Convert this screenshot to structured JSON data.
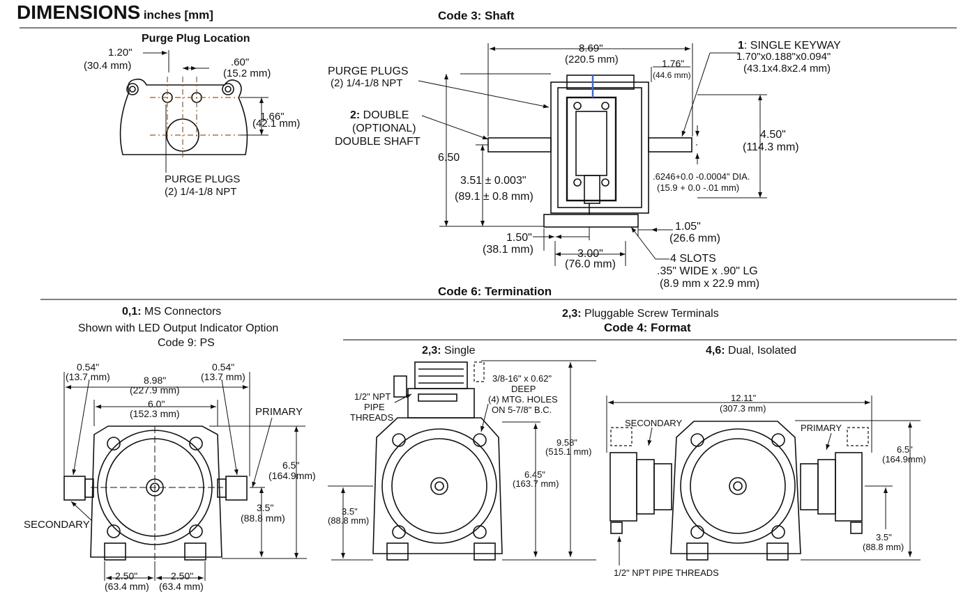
{
  "header": {
    "title": "DIMENSIONS",
    "units": "inches [mm]"
  },
  "sections": {
    "shaft": "Code 3:  Shaft",
    "termination": "Code 6:  Termination",
    "format": "Code 4:  Format"
  },
  "purge": {
    "title": "Purge Plug Location",
    "d1": "1.20\"",
    "d1mm": "(30.4 mm)",
    "d2": ".60\"",
    "d2mm": "(15.2 mm)",
    "d3": "1.66\"",
    "d3mm": "(42.1 mm)",
    "plugs1": "PURGE PLUGS",
    "plugs2": "(2) 1/4-1/8 NPT"
  },
  "shaft_view": {
    "w": "8.69\"",
    "wmm": "(220.5 mm)",
    "k": "1.76\"",
    "kmm": "(44.6 mm)",
    "key_a": "1",
    "key_b": ": SINGLE  KEYWAY",
    "key2": "1.70\"x0.188\"x0.094\"",
    "key3": "(43.1x4.8x2.4 mm)",
    "purge1": "PURGE PLUGS",
    "purge2": "(2) 1/4-1/8 NPT",
    "dbl_a": "2:",
    "dbl_b": " DOUBLE",
    "dbl2": "(OPTIONAL)",
    "dbl3": "DOUBLE SHAFT",
    "h": "6.50",
    "c": "3.51 ± 0.003\"",
    "cmm": "(89.1 ± 0.8 mm)",
    "sh": "4.50\"",
    "shmm": "(114.3 mm)",
    "dia": ".6246+0.0 -0.0004\" DIA.",
    "diamm": "(15.9 + 0.0 -.01 mm)",
    "b1": "1.50\"",
    "b1mm": "(38.1 mm)",
    "b2": "3.00\"",
    "b2mm": "(76.0 mm)",
    "f": "1.05\"",
    "fmm": "(26.6 mm)",
    "slots1": "4 SLOTS",
    "slots2": ".35\" WIDE x .90\" LG",
    "slots3": "(8.9 mm x 22.9 mm)"
  },
  "ms": {
    "t_a": "0,1:",
    "t_b": "  MS Connectors",
    "t2": "Shown with LED Output Indicator Option",
    "t3": "Code 9: PS",
    "a": "0.54\"",
    "amm": "(13.7 mm)",
    "b": "0.54\"",
    "bmm": "(13.7 mm)",
    "w": "8.98\"",
    "wmm": "(227.9 mm)",
    "w2": "6.0\"",
    "w2mm": "(152.3 mm)",
    "primary": "PRIMARY",
    "secondary": "SECONDARY",
    "h": "6.5\"",
    "hmm": "(164.9mm)",
    "c": "3.5\"",
    "cmm": "(88.8 mm)",
    "b1": "2.50\"",
    "b1mm": "(63.4 mm)",
    "b2": "2.50\"",
    "b2mm": "(63.4 mm)"
  },
  "pluggable": {
    "t_a": "2,3:",
    "t_b": "  Pluggable Screw Terminals"
  },
  "single": {
    "t_a": "2,3:",
    "t_b": "  Single",
    "npt1": "1/2\" NPT",
    "npt2": "PIPE",
    "npt3": "THREADS",
    "holes1": "3/8-16\" x 0.62\"",
    "holes2": "DEEP",
    "holes3": "(4) MTG. HOLES",
    "holes4": "ON 5-7/8\" B.C.",
    "h": "9.58\"",
    "hmm": "(515.1 mm)",
    "h2": "6.45\"",
    "h2mm": "(163.7 mm)",
    "c": "3.5\"",
    "cmm": "(88.8 mm)"
  },
  "dual": {
    "t_a": "4,6:",
    "t_b": "  Dual, Isolated",
    "w": "12.11\"",
    "wmm": "(307.3 mm)",
    "secondary": "SECONDARY",
    "primary": "PRIMARY",
    "h": "6.5\"",
    "hmm": "(164.9mm)",
    "c": "3.5\"",
    "cmm": "(88.8 mm)",
    "npt": "1/2\" NPT PIPE THREADS"
  }
}
